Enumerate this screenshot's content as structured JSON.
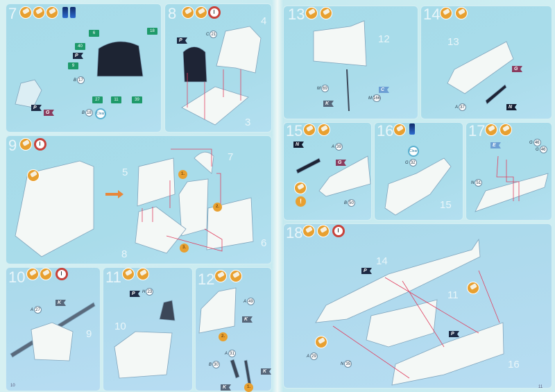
{
  "pages": {
    "left": "10",
    "right": "11"
  },
  "s7": {
    "num": "7",
    "tags": [
      "6",
      "18",
      "40",
      "9",
      "27",
      "11",
      "39"
    ],
    "flags": [
      "P",
      "P",
      "G"
    ],
    "parts": [
      {
        "l": "B",
        "n": "17"
      },
      {
        "l": "B",
        "n": "18"
      }
    ],
    "clear": "Clear"
  },
  "s8": {
    "num": "8",
    "flag": "P",
    "part": {
      "l": "C",
      "n": "21"
    },
    "labels": [
      "4",
      "3"
    ]
  },
  "s9": {
    "num": "9",
    "labels": [
      "5",
      "7",
      "6",
      "8"
    ],
    "seq": [
      "1.",
      "2.",
      "3."
    ]
  },
  "s10": {
    "num": "10",
    "flag": "K",
    "part": {
      "l": "A",
      "n": "27"
    },
    "label": "9"
  },
  "s11": {
    "num": "11",
    "flag": "P",
    "part": {
      "l": "H",
      "n": "23"
    },
    "label": "10"
  },
  "s12": {
    "num": "12",
    "parts": [
      {
        "l": "A",
        "n": "49"
      },
      {
        "l": "A",
        "n": "31"
      },
      {
        "l": "B",
        "n": "30"
      }
    ],
    "flags": [
      "K",
      "K",
      "K"
    ],
    "seq": [
      "2.",
      "1."
    ]
  },
  "s13": {
    "num": "13",
    "label": "12",
    "parts": [
      {
        "l": "M",
        "n": "69"
      },
      {
        "l": "M",
        "n": "166"
      }
    ],
    "flags": [
      "K",
      "C"
    ]
  },
  "s14": {
    "num": "14",
    "label": "13",
    "part": {
      "l": "A",
      "n": "37"
    },
    "flags": [
      "G",
      "N"
    ]
  },
  "s15": {
    "num": "15",
    "part1": {
      "l": "A",
      "n": "39"
    },
    "part2": {
      "l": "B",
      "n": "50"
    },
    "flags": [
      "N",
      "G"
    ],
    "warning": "!"
  },
  "s16": {
    "num": "16",
    "part": {
      "l": "G",
      "n": "32"
    },
    "label": "15",
    "clear": "Clear"
  },
  "s17": {
    "num": "17",
    "flag": "E",
    "parts": [
      {
        "l": "G",
        "n": "46"
      },
      {
        "l": "G",
        "n": "46"
      },
      {
        "l": "N",
        "n": "51"
      }
    ]
  },
  "s18": {
    "num": "18",
    "labels": [
      "14",
      "11",
      "16"
    ],
    "flags": [
      "P",
      "P"
    ],
    "parts": [
      {
        "l": "A",
        "n": "29"
      },
      {
        "l": "N",
        "n": "35"
      }
    ]
  }
}
